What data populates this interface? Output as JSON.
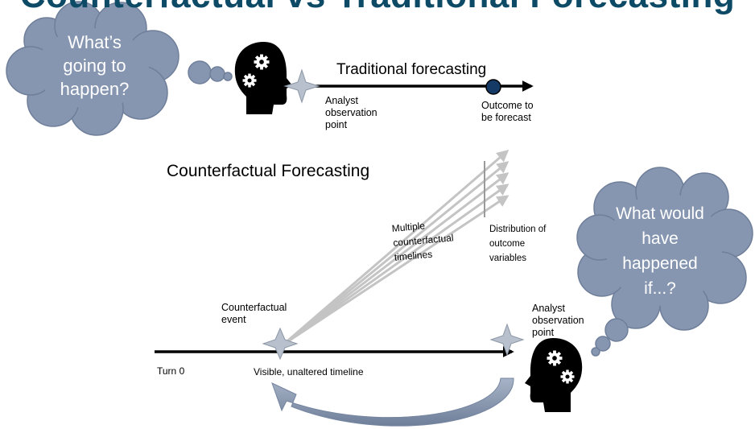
{
  "title": "Counterfactual vs Traditional Forecasting",
  "cloud_top": {
    "text": "What’s\ngoing to\nhappen?"
  },
  "cloud_bottom": {
    "text": "What would\nhave\nhappened\nif...?"
  },
  "traditional": {
    "label": "Traditional forecasting",
    "analyst_point": "Analyst\nobservation\npoint",
    "outcome": "Outcome to\nbe forecast"
  },
  "counterfactual": {
    "label": "Counterfactual Forecasting",
    "multiple_timelines": "Multiple\ncounterfactual\ntimelines",
    "distribution": "Distribution of\noutcome\nvariables",
    "event": "Counterfactual\nevent",
    "analyst_point": "Analyst\nobservation\npoint",
    "turn0": "Turn 0",
    "visible_timeline": "Visible, unaltered timeline"
  },
  "colors": {
    "cloud": "#8696b0",
    "cloud_outline": "#6f7f9a",
    "star": "#b7c0cc",
    "title": "#0d4a66",
    "counterfactual_arrows": "#c4c4c4",
    "curved_arrow": "#8a98b0"
  },
  "icons": [
    "head-with-gears-icon",
    "star-icon",
    "thought-cloud-icon"
  ]
}
